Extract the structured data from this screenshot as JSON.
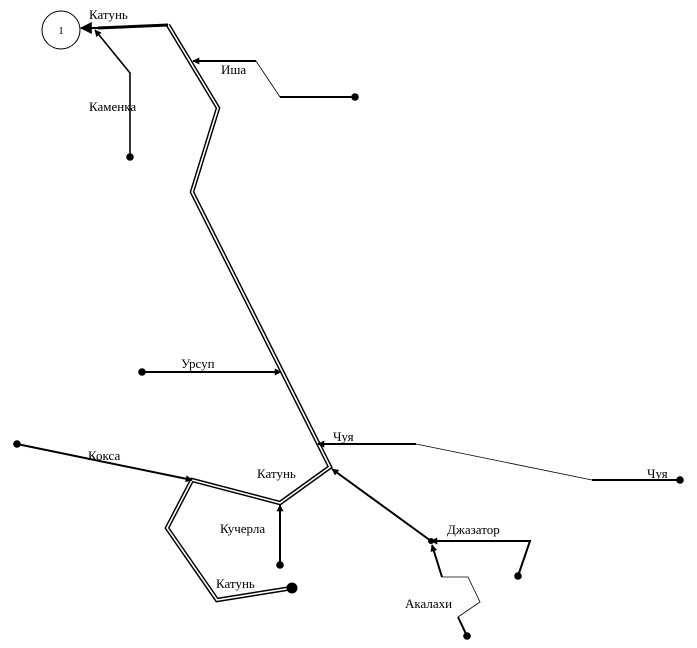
{
  "diagram": {
    "gauge_number": "1",
    "rivers": {
      "katun_top": "Катунь",
      "kamenka": "Каменка",
      "isha": "Иша",
      "ursup": "Урсуп",
      "chuya_upper": "Чуя",
      "chuya_right": "Чуя",
      "koksa": "Кокса",
      "katun_mid": "Катунь",
      "kucherla": "Кучерла",
      "katun_bottom": "Катунь",
      "dzhazator": "Джазатор",
      "akalakhi": "Акалахи"
    },
    "colors": {
      "line": "#000000",
      "background": "#ffffff"
    }
  }
}
